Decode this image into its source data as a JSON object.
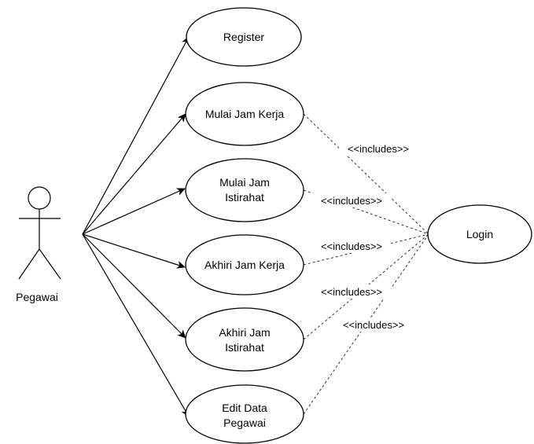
{
  "actor": {
    "name": "Pegawai"
  },
  "use_cases": [
    {
      "id": "register",
      "label_lines": [
        "Register"
      ]
    },
    {
      "id": "mulai-jam-kerja",
      "label_lines": [
        "Mulai Jam Kerja"
      ]
    },
    {
      "id": "mulai-jam-istirahat",
      "label_lines": [
        "Mulai Jam",
        "Istirahat"
      ]
    },
    {
      "id": "akhiri-jam-kerja",
      "label_lines": [
        "Akhiri Jam Kerja"
      ]
    },
    {
      "id": "akhiri-jam-istirahat",
      "label_lines": [
        "Akhiri Jam",
        "Istirahat"
      ]
    },
    {
      "id": "edit-data-pegawai",
      "label_lines": [
        "Edit Data",
        "Pegawai"
      ]
    }
  ],
  "target_use_case": {
    "id": "login",
    "label": "Login"
  },
  "relations": {
    "include_label": "<<includes>>",
    "included_from": [
      "mulai-jam-kerja",
      "mulai-jam-istirahat",
      "akhiri-jam-kerja",
      "akhiri-jam-istirahat",
      "edit-data-pegawai"
    ]
  }
}
